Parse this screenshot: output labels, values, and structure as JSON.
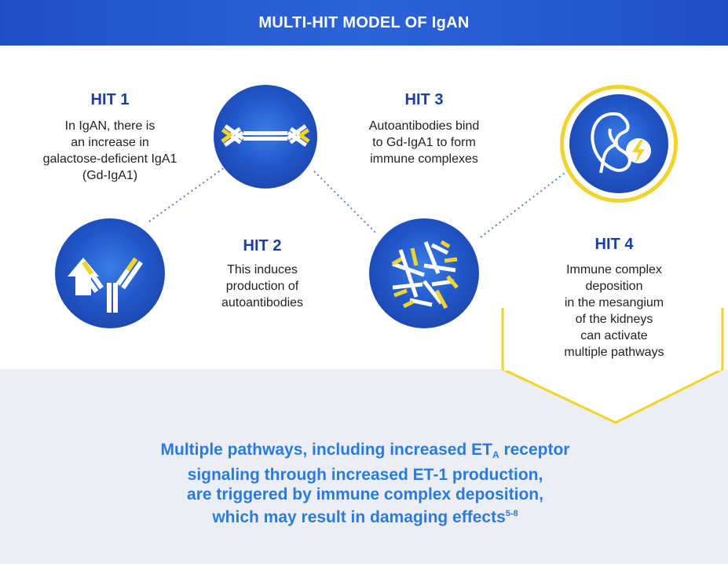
{
  "header": {
    "title": "MULTI-HIT MODEL OF IgAN"
  },
  "hits": [
    {
      "heading": "HIT 1",
      "lines": [
        "In IgAN, there is",
        "an increase in",
        "galactose-deficient IgA1",
        "(Gd-IgA1)"
      ]
    },
    {
      "heading": "HIT 2",
      "lines": [
        "This induces",
        "production of",
        "autoantibodies"
      ]
    },
    {
      "heading": "HIT 3",
      "lines": [
        "Autoantibodies bind",
        "to Gd-IgA1 to form",
        "immune complexes"
      ]
    },
    {
      "heading": "HIT 4",
      "lines": [
        "Immune complex",
        "deposition",
        "in the mesangium",
        "of the kidneys",
        "can activate",
        "multiple pathways"
      ]
    }
  ],
  "summary": {
    "line1_before": "Multiple pathways, including increased ET",
    "line1_sub": "A",
    "line1_after": " receptor",
    "line2": "signaling through increased ET-1 production,",
    "line3": "are triggered by immune complex deposition,",
    "line4": "which may result in damaging effects",
    "line4_sup": "5-8"
  },
  "icons": [
    "up-arrow-icon",
    "antibody-icon",
    "immune-complex-icon",
    "kidney-icon",
    "lightning-icon"
  ],
  "colors": {
    "header_blue": "#2257c9",
    "heading_blue": "#1b3ea6",
    "summary_blue": "#2a7be0",
    "accent_yellow": "#f1d42a"
  }
}
